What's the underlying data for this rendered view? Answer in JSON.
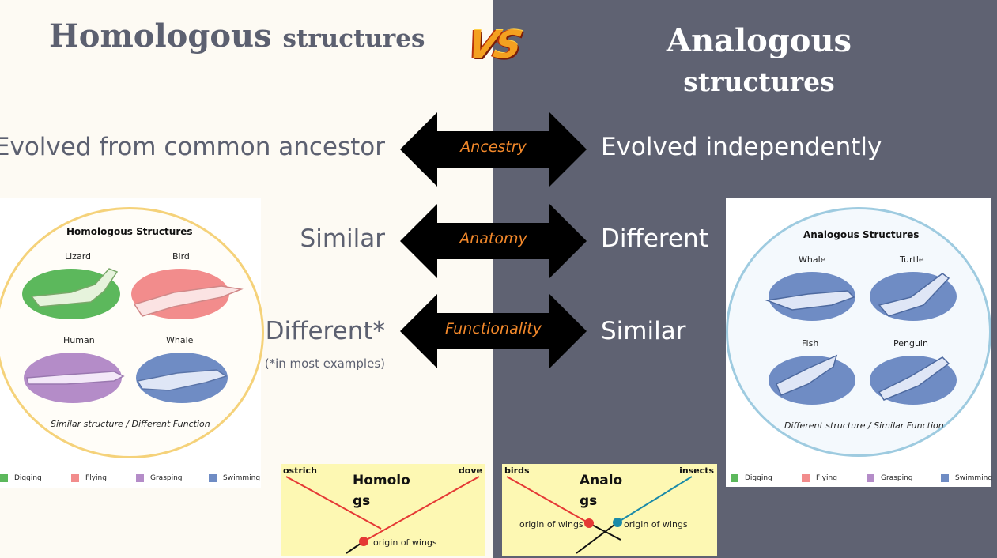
{
  "header": {
    "left_title_big": "Homologous",
    "left_title_small": "structures",
    "vs": "VS",
    "right_title_line1": "Analogous",
    "right_title_line2": "structures"
  },
  "rows": [
    {
      "left": "Evolved from common ancestor",
      "label": "Ancestry",
      "right": "Evolved independently"
    },
    {
      "left": "Similar",
      "label": "Anatomy",
      "right": "Different"
    },
    {
      "left": "Different*",
      "label": "Functionality",
      "right": "Similar"
    }
  ],
  "left_note": "(*in most examples)",
  "homologous_card": {
    "title": "Homologous Structures",
    "animals": [
      "Lizard",
      "Bird",
      "Human",
      "Whale"
    ],
    "caption": "Similar structure / Different Function"
  },
  "analogous_card": {
    "title": "Analogous Structures",
    "animals": [
      "Whale",
      "Turtle",
      "Fish",
      "Penguin"
    ],
    "caption": "Different structure / Similar Function"
  },
  "legend": [
    "Digging",
    "Flying",
    "Grasping",
    "Swimming"
  ],
  "colors": {
    "digging": "#5cb85c",
    "flying": "#f28c8c",
    "grasping": "#b48cc8",
    "swimming": "#6f8cc4",
    "accent": "#f3892b"
  },
  "homolog_tree": {
    "title_line1": "Homolo",
    "title_line2": "gs",
    "tip_left": "ostrich",
    "tip_right": "dove",
    "node_label": "origin of wings"
  },
  "analog_tree": {
    "title_line1": "Analo",
    "title_line2": "gs",
    "tip_left": "birds",
    "tip_right": "insects",
    "node_label_1": "origin of wings",
    "node_label_2": "origin of wings"
  }
}
